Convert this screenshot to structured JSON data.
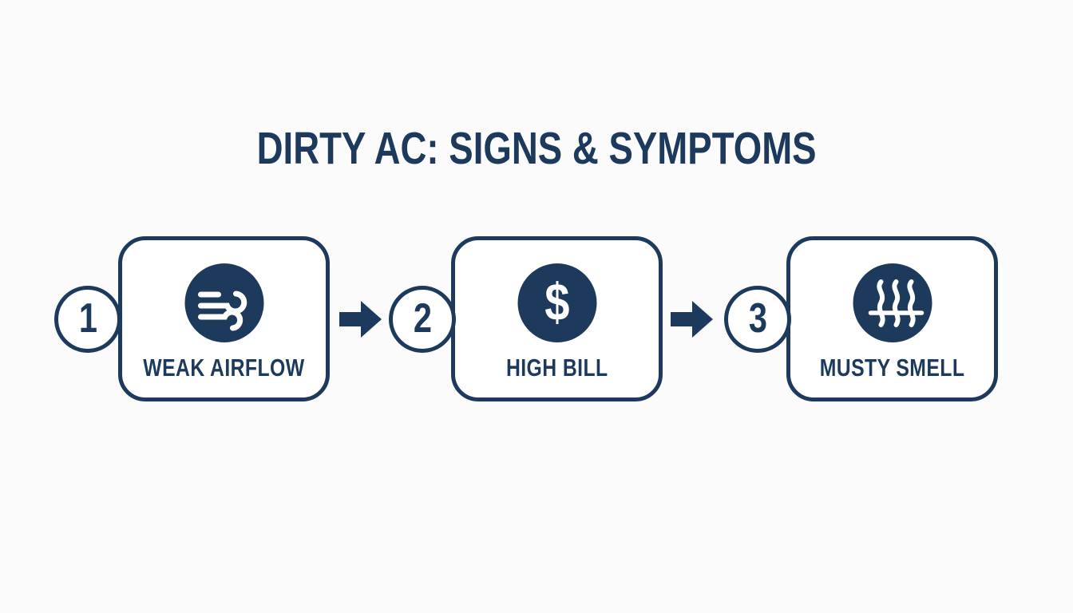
{
  "title": "DIRTY AC: SIGNS & SYMPTOMS",
  "colors": {
    "navy": "#1d3a5c",
    "background": "#fbfbfc",
    "card_background": "#ffffff",
    "icon_glyph": "#ffffff"
  },
  "steps": [
    {
      "number": "1",
      "label": "WEAK AIRFLOW",
      "icon": "wind-icon"
    },
    {
      "number": "2",
      "label": "HIGH BILL",
      "icon": "dollar-icon",
      "dollar_glyph": "$"
    },
    {
      "number": "3",
      "label": "MUSTY SMELL",
      "icon": "musty-smell-icon"
    }
  ],
  "arrows": [
    {
      "direction": "right"
    },
    {
      "direction": "right"
    }
  ]
}
